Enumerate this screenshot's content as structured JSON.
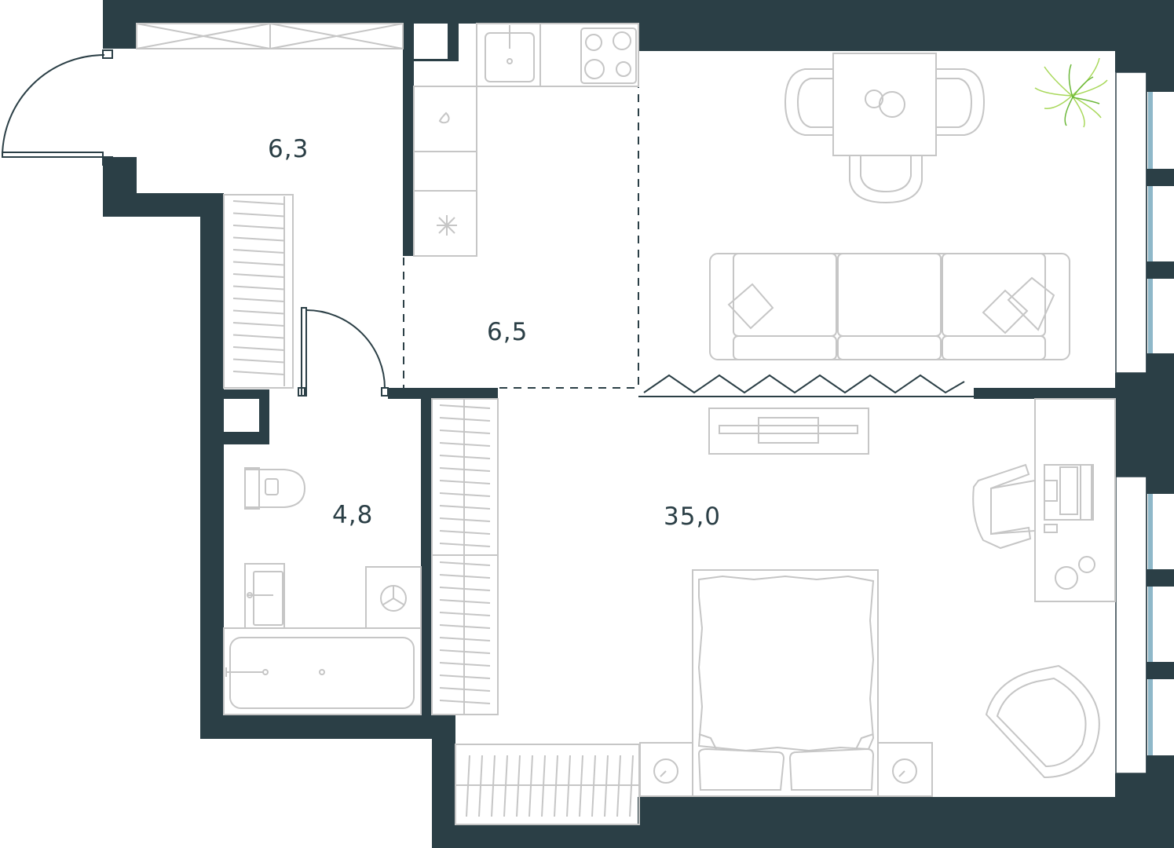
{
  "colors": {
    "wall": "#2b3f46",
    "furniture": "#c6c6c6",
    "window": "#8fb8c9",
    "plant_light": "#a8d85a",
    "plant_dark": "#6cb83a",
    "label": "#2b3f46",
    "background": "#ffffff"
  },
  "rooms": {
    "hallway": {
      "area": "6,3"
    },
    "kitchen": {
      "area": "6,5"
    },
    "bathroom": {
      "area": "4,8"
    },
    "living": {
      "area": "35,0"
    }
  },
  "icons": {
    "sink": "sink-icon",
    "stove": "stove-icon",
    "fridge": "fridge-icon",
    "dishwasher": "dishwasher-icon",
    "toilet": "toilet-icon",
    "washer": "washing-machine-icon",
    "bathtub": "bathtub-icon",
    "plant": "plant-icon"
  }
}
